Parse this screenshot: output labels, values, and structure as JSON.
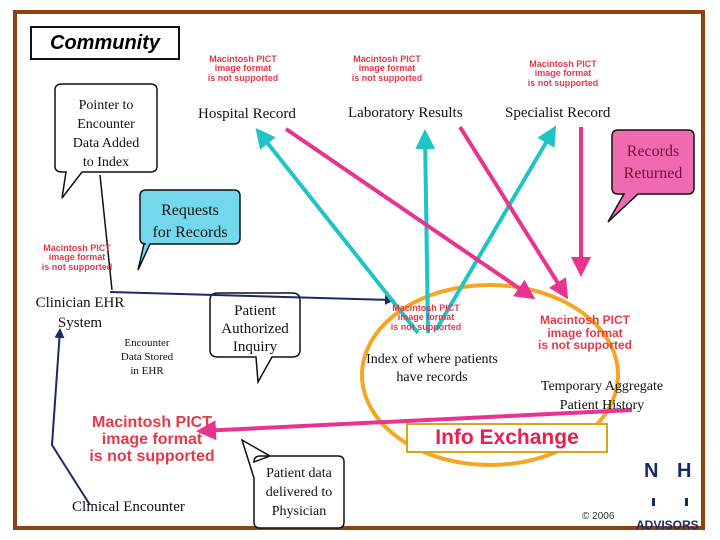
{
  "title": "Community",
  "pict_placeholder": [
    "Macintosh PICT",
    "image format",
    "is not supported"
  ],
  "callouts": {
    "pointer": [
      "Pointer to",
      "Encounter",
      "Data Added",
      "to Index"
    ],
    "requests": [
      "Requests",
      "for Records"
    ],
    "records_returned": [
      "Records",
      "Returned"
    ],
    "patient_inquiry": [
      "Patient",
      "Authorized",
      "Inquiry"
    ],
    "patient_data": [
      "Patient data",
      "delivered to",
      "Physician"
    ]
  },
  "labels": {
    "hospital": "Hospital Record",
    "laboratory": "Laboratory Results",
    "specialist": "Specialist Record",
    "clinician_ehr": [
      "Clinician EHR",
      "System"
    ],
    "encounter_stored": [
      "Encounter",
      "Data Stored",
      "in EHR"
    ],
    "index": [
      "Index of where patients",
      "have records"
    ],
    "temp_aggregate": [
      "Temporary Aggregate",
      "Patient History"
    ],
    "info_exchange": "Info Exchange",
    "clinical_encounter": "Clinical Encounter"
  },
  "footer": {
    "copyright": "© 2006",
    "logo_letters": [
      "N",
      "H"
    ],
    "logo_word": "ADVISORS"
  },
  "colors": {
    "border": "#8b4513",
    "teal_arrow": "#1fc4c4",
    "magenta_arrow": "#e8338f",
    "orange_ring": "#f5a623",
    "pict_text": "#e23a4b",
    "callout_pink": "#f06ab0",
    "callout_cyan": "#74d8ec",
    "logo_navy": "#1a2a66"
  }
}
